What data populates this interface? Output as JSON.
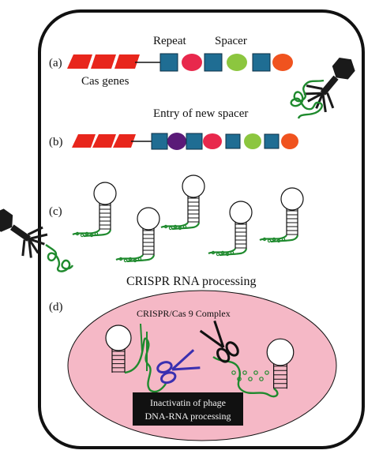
{
  "rows": {
    "a": {
      "tag": "(a)",
      "cas_label": "Cas genes",
      "repeat_label": "Repeat",
      "spacer_label": "Spacer"
    },
    "b": {
      "tag": "(b)",
      "title": "Entry of new spacer"
    },
    "c": {
      "tag": "(c)",
      "title": "CRISPR RNA processing"
    },
    "d": {
      "tag": "(d)",
      "complex_label": "CRISPR/Cas 9 Complex",
      "result_line1": "Inactivatin of phage",
      "result_line2": "DNA-RNA processing"
    }
  },
  "colors": {
    "cas_gene": "#e8261c",
    "repeat": "#1f6d93",
    "spacer_red": "#e8284c",
    "spacer_green": "#8cc63f",
    "spacer_orange": "#f0531f",
    "spacer_purple": "#5a1a78",
    "rna_green": "#1f8a2e",
    "complex_fill": "#f5b8c6",
    "scissors_blue": "#3a2fb0"
  }
}
